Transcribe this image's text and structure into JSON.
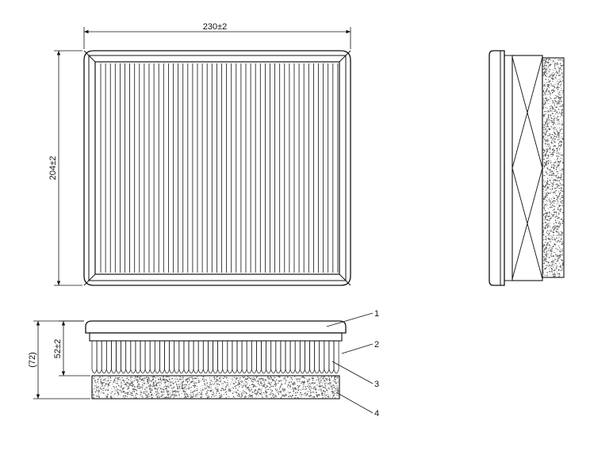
{
  "dimensions": {
    "width": "230±2",
    "height": "204±2",
    "pleat_height": "52±2",
    "overall_height": "(72)"
  },
  "callouts": [
    "1",
    "2",
    "3",
    "4"
  ],
  "colors": {
    "line": "#111111",
    "background": "#ffffff",
    "foam_texture": "#555555"
  }
}
